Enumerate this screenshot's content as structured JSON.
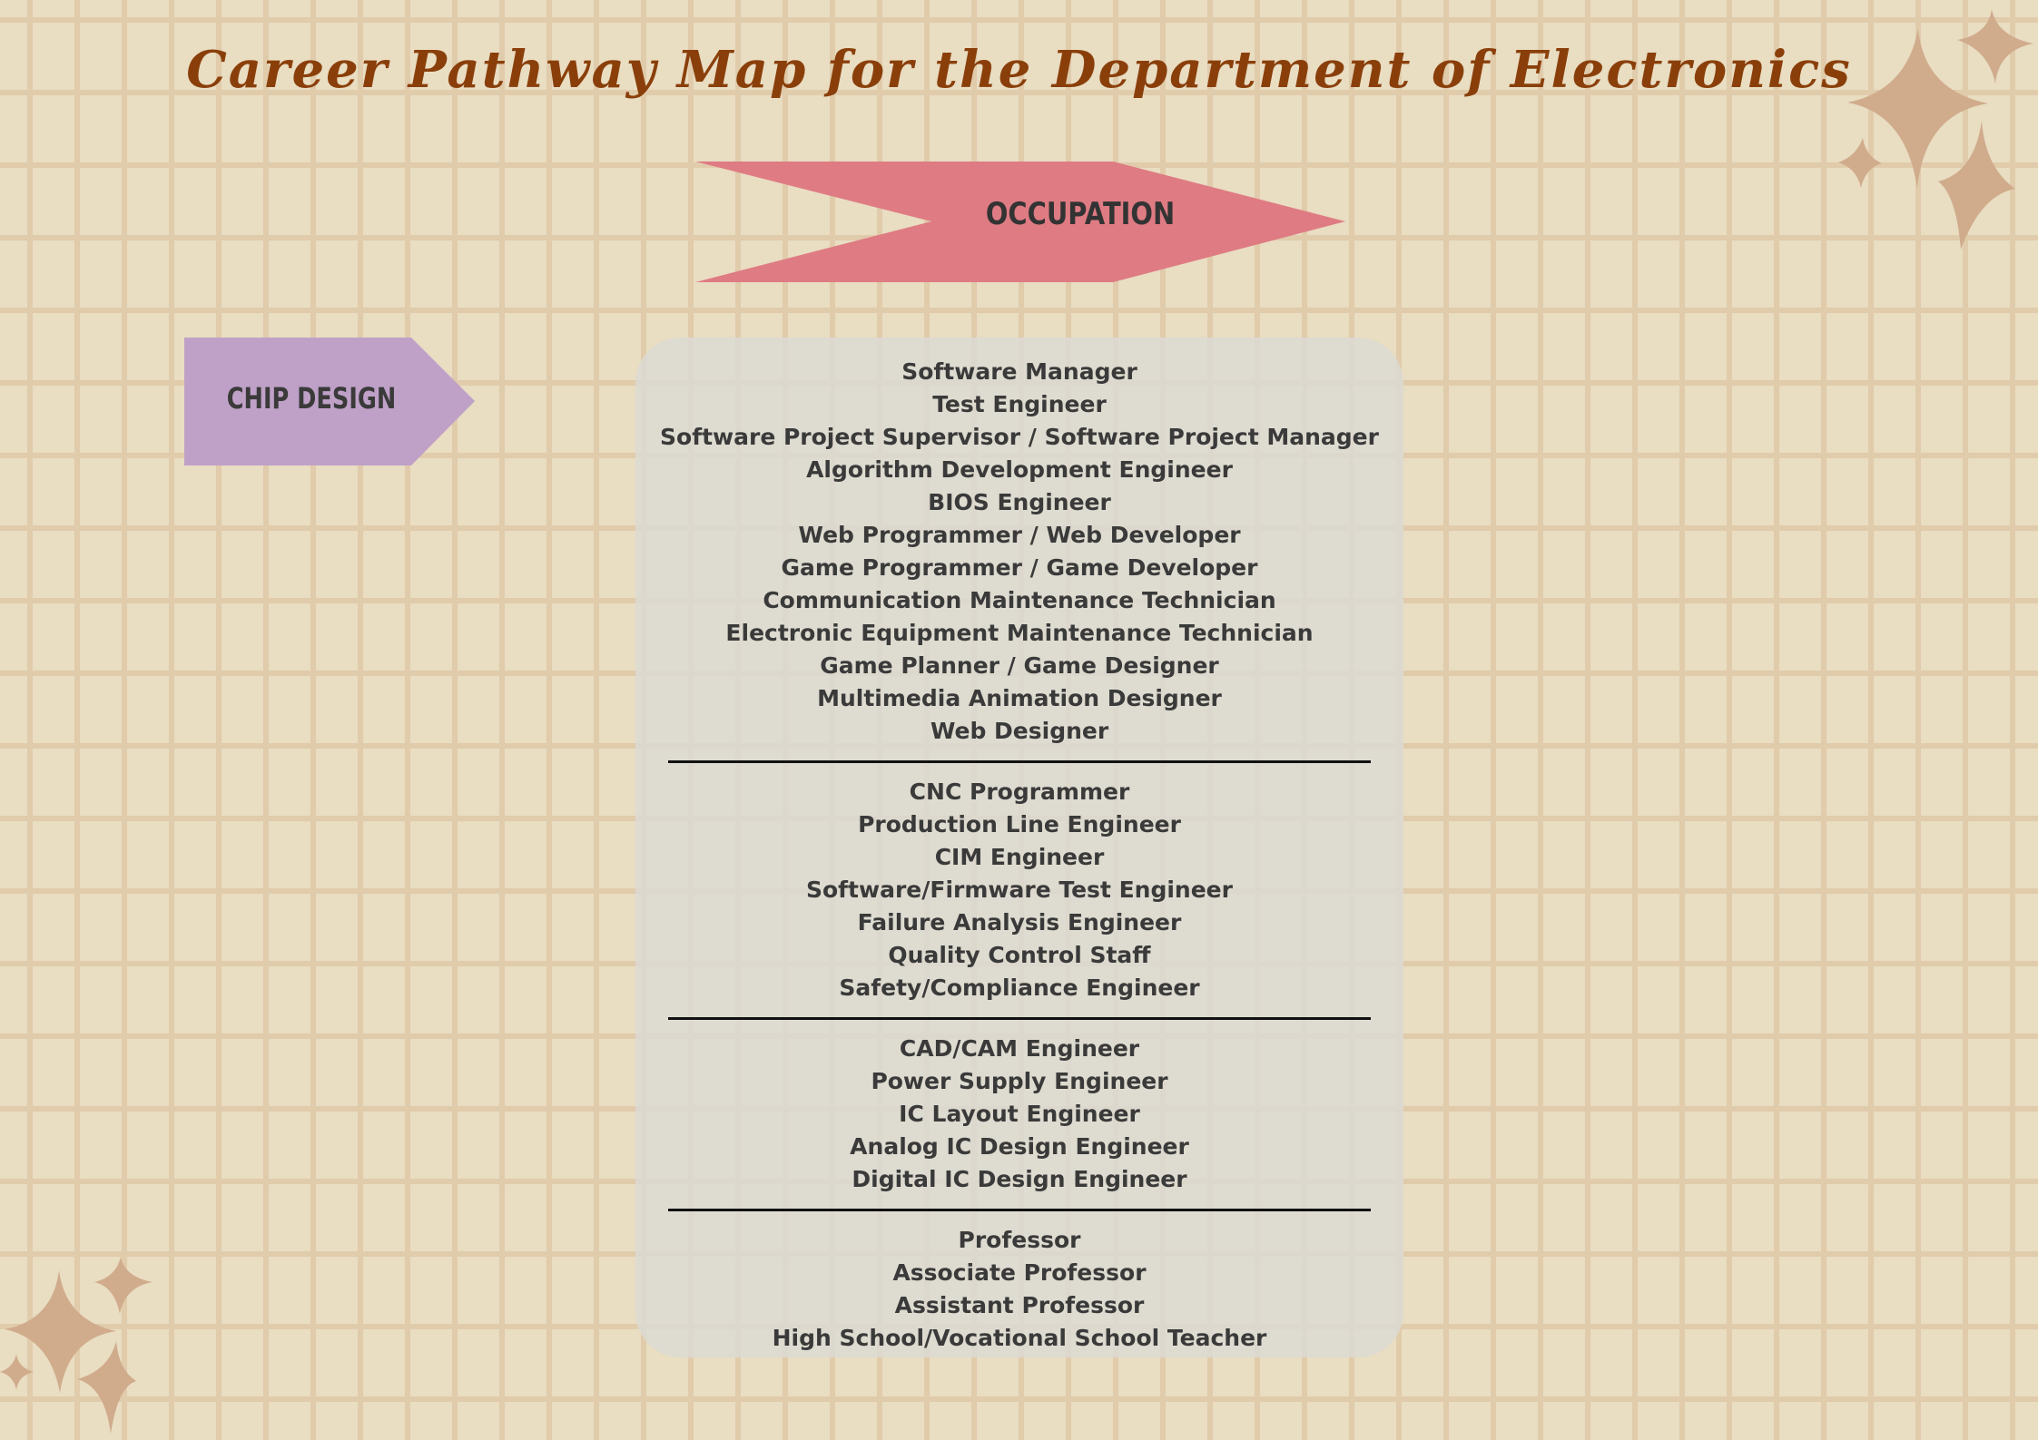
{
  "title": "Career Pathway Map for the Department of Electronics",
  "banner": {
    "label": "OCCUPATION",
    "color": "#df7b83"
  },
  "category": {
    "label": "CHIP DESIGN",
    "color": "#bfa1c8"
  },
  "groups": [
    [
      "Software Manager",
      "Test Engineer",
      "Software Project Supervisor / Software Project Manager",
      "Algorithm Development Engineer",
      "BIOS Engineer",
      "Web Programmer / Web Developer",
      "Game Programmer / Game Developer",
      "Communication Maintenance Technician",
      "Electronic Equipment Maintenance Technician",
      "Game Planner / Game Designer",
      "Multimedia Animation Designer",
      "Web Designer"
    ],
    [
      "CNC Programmer",
      "Production Line Engineer",
      "CIM Engineer",
      "Software/Firmware Test Engineer",
      "Failure Analysis Engineer",
      "Quality Control Staff",
      "Safety/Compliance Engineer"
    ],
    [
      "CAD/CAM Engineer",
      "Power Supply Engineer",
      "IC Layout Engineer",
      "Analog IC Design Engineer",
      "Digital IC Design Engineer"
    ],
    [
      "Professor",
      "Associate Professor",
      "Assistant Professor",
      "High School/Vocational School Teacher"
    ]
  ],
  "colors": {
    "title": "#8a3f0a",
    "sparkle": "#d0ac8c"
  }
}
